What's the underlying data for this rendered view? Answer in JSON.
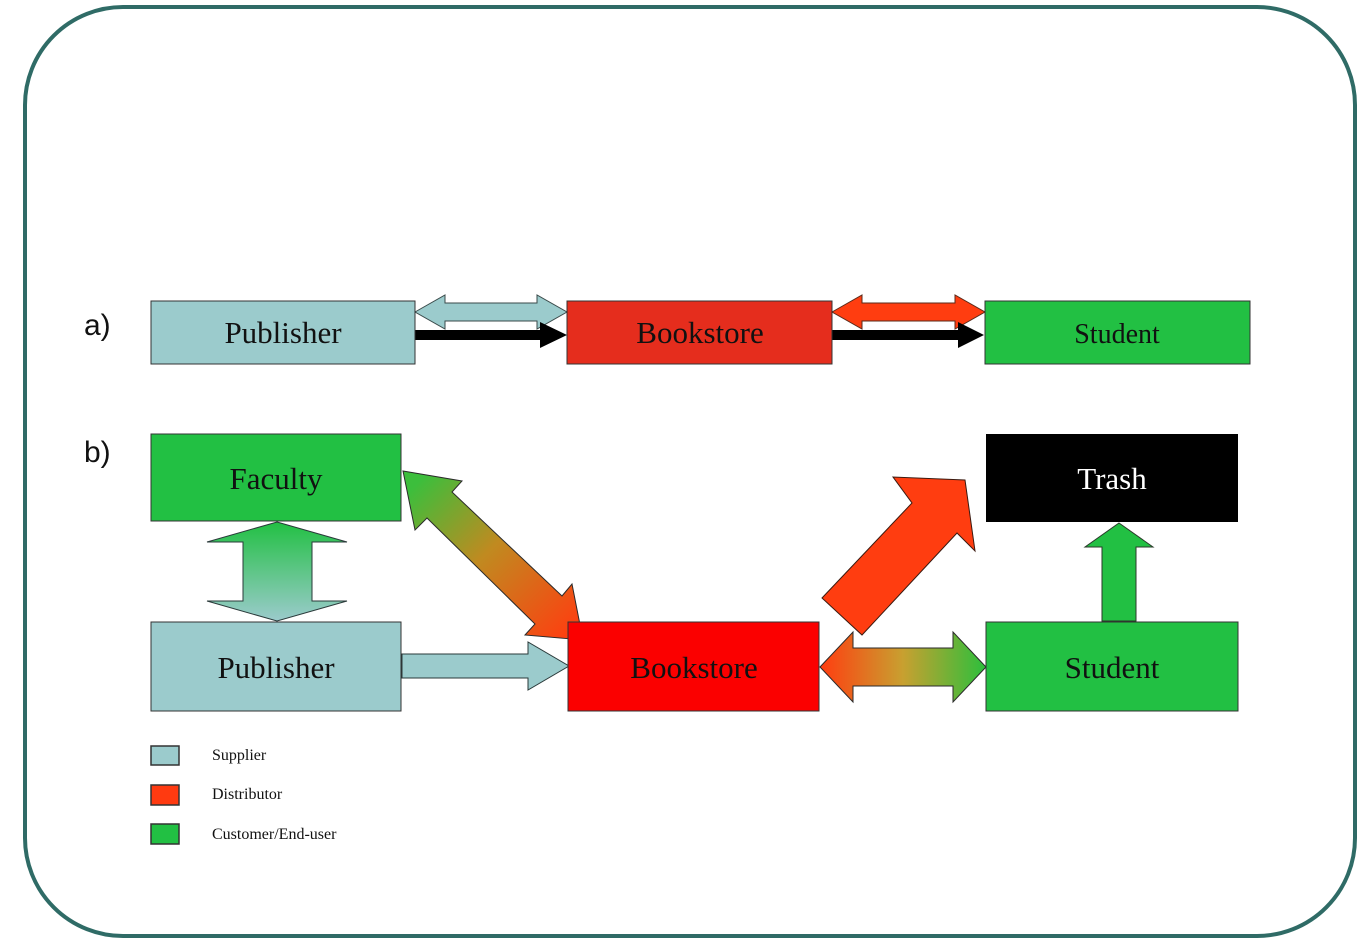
{
  "colors": {
    "supplier": "#9bcbcc",
    "distributor_a": "#e52d1d",
    "distributor_b": "#fb0000",
    "distributor_arrow": "#ff4010",
    "customer": "#22c043",
    "trash": "#000000",
    "frame": "#2f6b66",
    "black_arrow": "#000000"
  },
  "panels": {
    "a": {
      "label": "a)"
    },
    "b": {
      "label": "b)"
    }
  },
  "nodes_a": {
    "publisher": {
      "label": "Publisher",
      "role": "supplier"
    },
    "bookstore": {
      "label": "Bookstore",
      "role": "distributor"
    },
    "student": {
      "label": "Student",
      "role": "customer"
    }
  },
  "nodes_b": {
    "faculty": {
      "label": "Faculty",
      "role": "customer"
    },
    "publisher": {
      "label": "Publisher",
      "role": "supplier"
    },
    "bookstore": {
      "label": "Bookstore",
      "role": "distributor"
    },
    "student": {
      "label": "Student",
      "role": "customer"
    },
    "trash": {
      "label": "Trash",
      "role": "disposal"
    }
  },
  "edges_a": [
    {
      "from": "Publisher",
      "to": "Bookstore",
      "type": "double-arrow",
      "color": "supplier"
    },
    {
      "from": "Publisher",
      "to": "Bookstore",
      "type": "single-arrow",
      "color": "black"
    },
    {
      "from": "Bookstore",
      "to": "Student",
      "type": "double-arrow",
      "color": "distributor"
    },
    {
      "from": "Bookstore",
      "to": "Student",
      "type": "single-arrow",
      "color": "black"
    }
  ],
  "edges_b": [
    {
      "from": "Faculty",
      "to": "Publisher",
      "type": "double-arrow",
      "gradient": "customer-to-supplier"
    },
    {
      "from": "Faculty",
      "to": "Bookstore",
      "type": "double-arrow",
      "gradient": "customer-to-distributor"
    },
    {
      "from": "Publisher",
      "to": "Bookstore",
      "type": "single-arrow",
      "color": "supplier"
    },
    {
      "from": "Bookstore",
      "to": "Trash",
      "type": "single-arrow",
      "color": "distributor"
    },
    {
      "from": "Bookstore",
      "to": "Student",
      "type": "double-arrow",
      "gradient": "distributor-to-customer"
    },
    {
      "from": "Student",
      "to": "Trash",
      "type": "single-arrow",
      "color": "customer"
    }
  ],
  "legend": [
    {
      "label": "Supplier",
      "color": "#9bcbcc"
    },
    {
      "label": "Distributor",
      "color": "#ff3a10"
    },
    {
      "label": "Customer/End-user",
      "color": "#22c043"
    }
  ]
}
